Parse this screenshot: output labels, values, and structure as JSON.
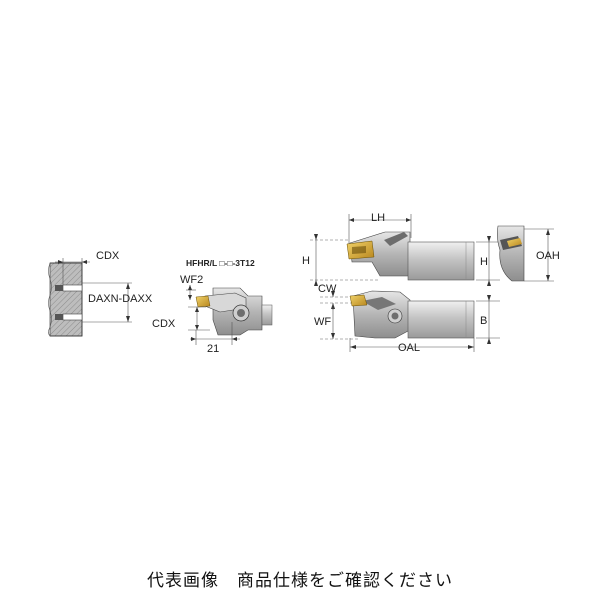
{
  "labels": {
    "cdx_left": "CDX",
    "daxn_daxx": "DAXN-DAXX",
    "model": "HFHR/L □-□-3T12",
    "wf2": "WF2",
    "cdx_mid": "CDX",
    "dim_21": "21",
    "lh": "LH",
    "h_left": "H",
    "h_right": "H",
    "oah": "OAH",
    "cw": "CW",
    "wf": "WF",
    "b": "B",
    "oal": "OAL"
  },
  "caption": "代表画像　商品仕様をご確認ください",
  "colors": {
    "insert_gold": "#c9a227",
    "body_gray": "#b9b9b9",
    "body_dark": "#8a8a8a",
    "workpiece_gray": "#9a9a9a"
  }
}
